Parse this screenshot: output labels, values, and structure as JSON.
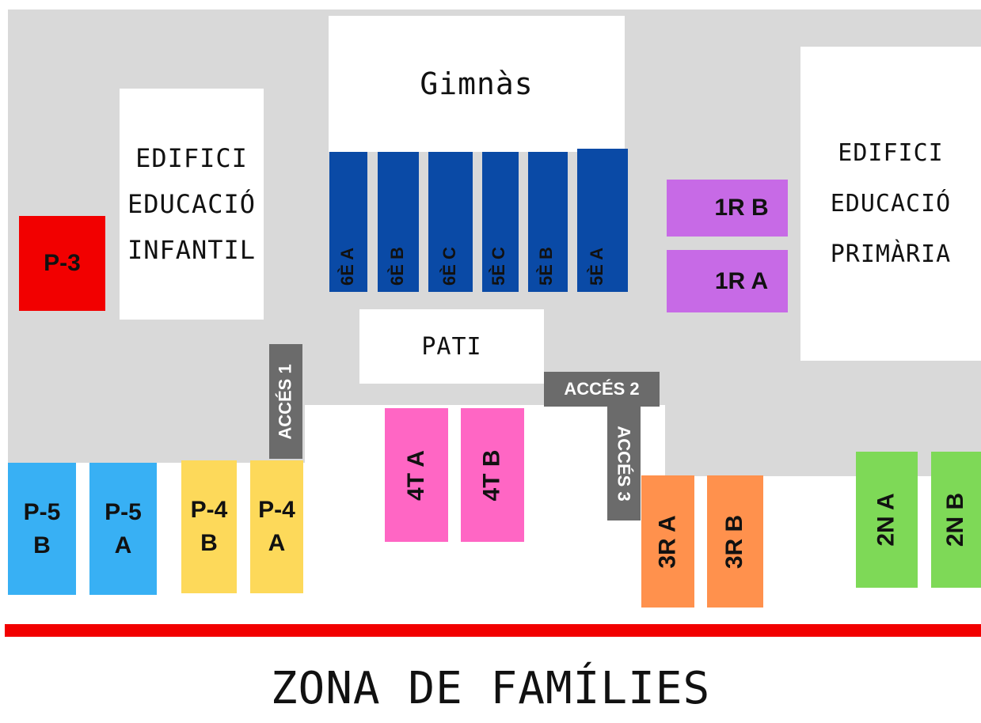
{
  "buildings": {
    "gym": "Gimnàs",
    "infant_lines": [
      "EDIFICI",
      "EDUCACIÓ",
      "INFANTIL"
    ],
    "primary_lines": [
      "EDIFICI",
      "EDUCACIÓ",
      "PRIMÀRIA"
    ],
    "pati": "PATI"
  },
  "classes": {
    "sixth_fifth": [
      "6È A",
      "6È B",
      "6È C",
      "5È C",
      "5È B",
      "5È A"
    ],
    "first_b": "1R B",
    "first_a": "1R A",
    "p3": "P-3",
    "p5b": [
      "P-5",
      "B"
    ],
    "p5a": [
      "P-5",
      "A"
    ],
    "p4b": [
      "P-4",
      "B"
    ],
    "p4a": [
      "P-4",
      "A"
    ],
    "fourth_a": "4T A",
    "fourth_b": "4T B",
    "third_a": "3R A",
    "third_b": "3R B",
    "second_a": "2N A",
    "second_b": "2N B"
  },
  "access": {
    "a1": "ACCÉS 1",
    "a2": "ACCÉS 2",
    "a3": "ACCÉS 3"
  },
  "families_zone": "ZONA DE FAMÍLIES",
  "colors": {
    "ground": "#d9d9d9",
    "sixth_fifth": "#0a4aa6",
    "first": "#c76ae6",
    "p3": "#f20000",
    "p5": "#38b0f4",
    "p4": "#fdd95a",
    "fourth": "#ff66c4",
    "third": "#ff914d",
    "second": "#7ed957",
    "access": "#6b6b6b",
    "boundary": "#f20000"
  }
}
